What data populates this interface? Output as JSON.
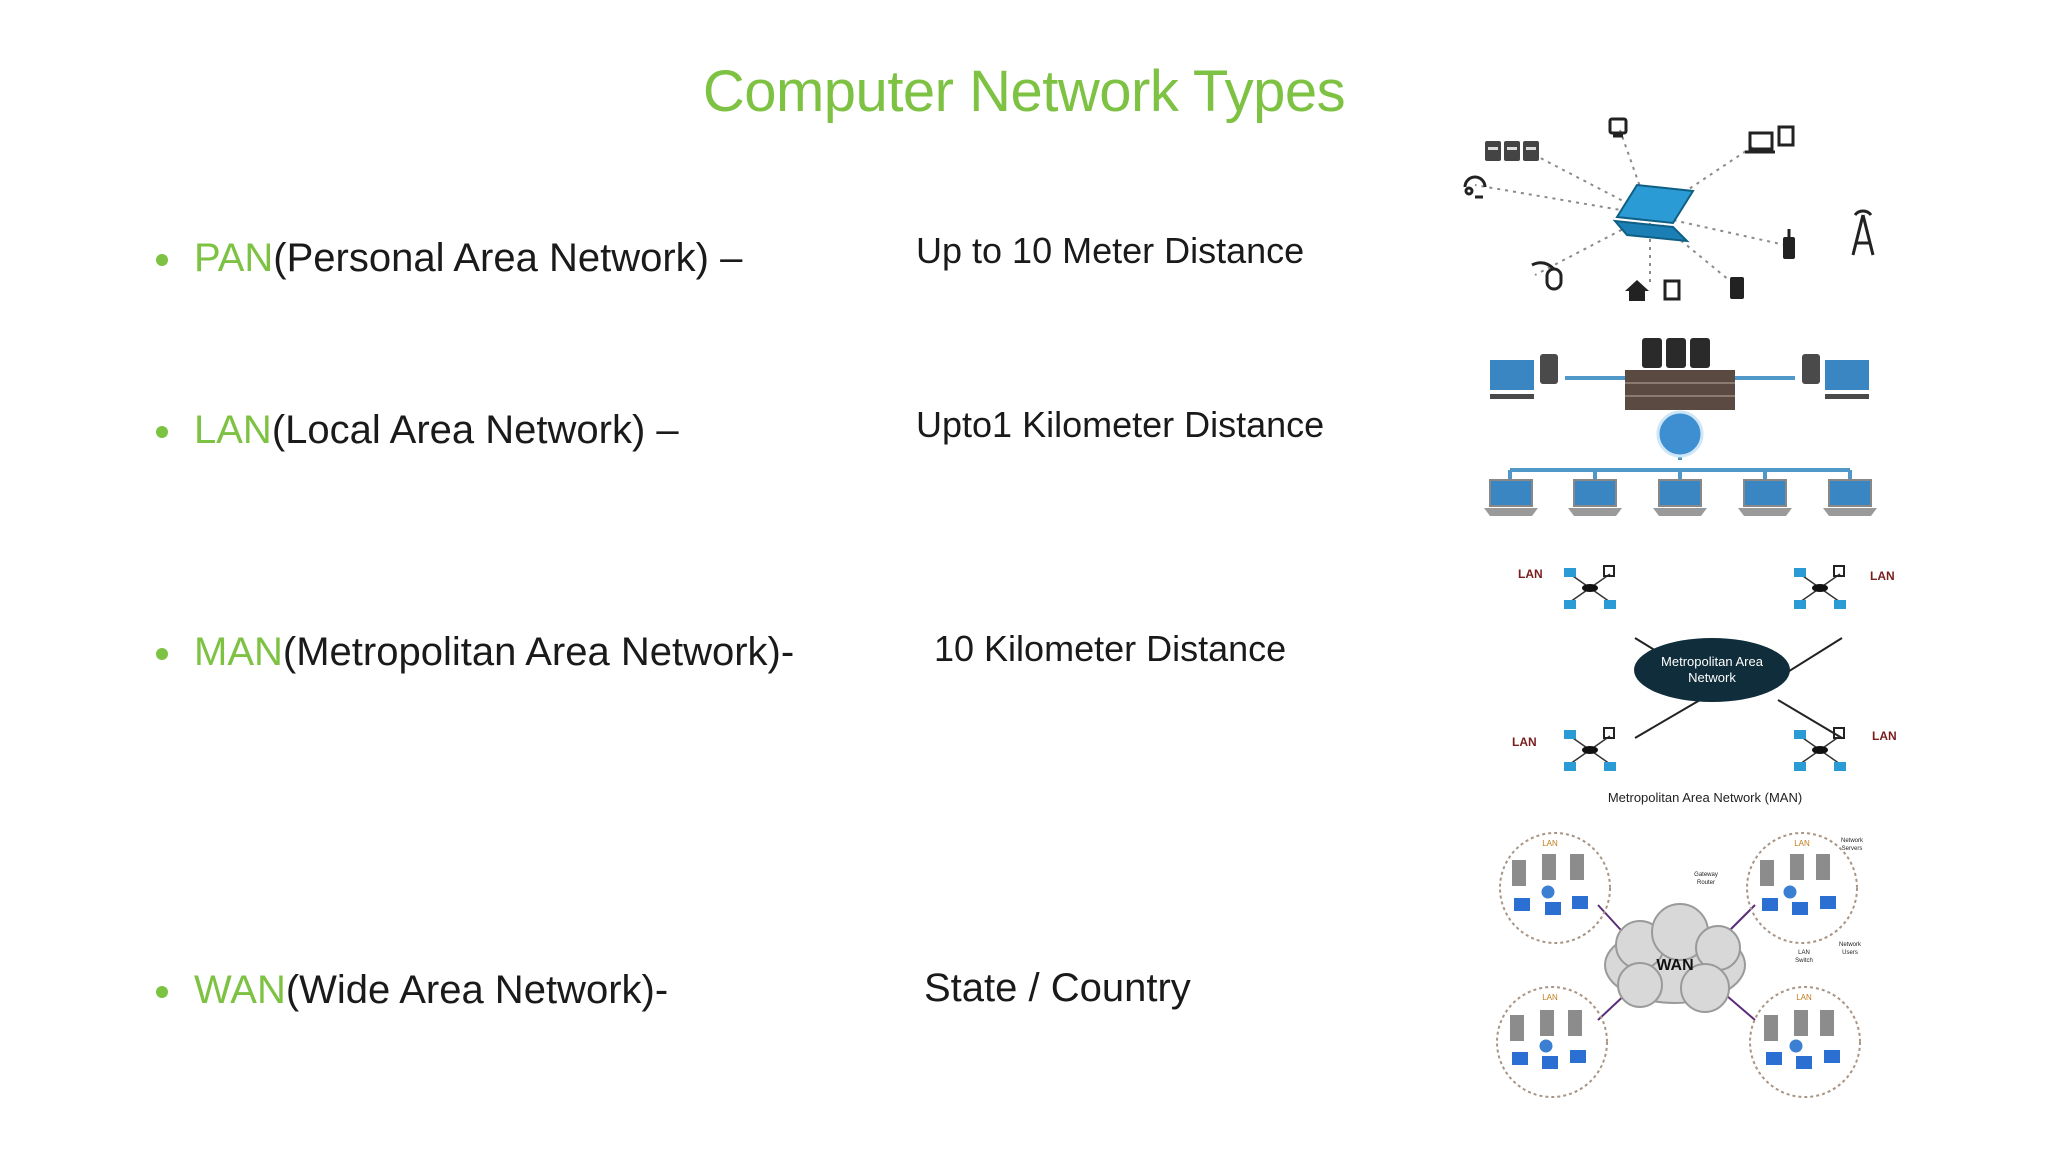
{
  "slide": {
    "title": "Computer Network Types"
  },
  "rows": [
    {
      "abbr": "PAN",
      "term": "(Personal Area Network) –",
      "distance": "Up to 10 Meter Distance"
    },
    {
      "abbr": "LAN",
      "term": "(Local Area Network) –",
      "distance": "Upto1 Kilometer Distance"
    },
    {
      "abbr": "MAN",
      "term": "(Metropolitan Area Network)-",
      "distance": "10 Kilometer Distance"
    },
    {
      "abbr": "WAN",
      "term": "(Wide Area Network)-",
      "distance": "State / Country"
    }
  ],
  "figures": {
    "man": {
      "center_label_line1": "Metropolitan Area",
      "center_label_line2": "Network",
      "node_label": "LAN",
      "caption": "Metropolitan Area Network (MAN)"
    },
    "wan": {
      "cloud_label": "WAN",
      "cluster_label": "LAN",
      "gateway_line1": "Gateway",
      "gateway_line2": "Router",
      "servers_line1": "Network",
      "servers_line2": "Servers",
      "users_line1": "Network",
      "users_line2": "Users",
      "switch_line1": "LAN",
      "switch_line2": "Switch"
    }
  },
  "colors": {
    "accent": "#7dc242",
    "text": "#1a1a1a",
    "device_blue": "#2a9bd4",
    "man_ellipse": "#0f2d3a"
  }
}
